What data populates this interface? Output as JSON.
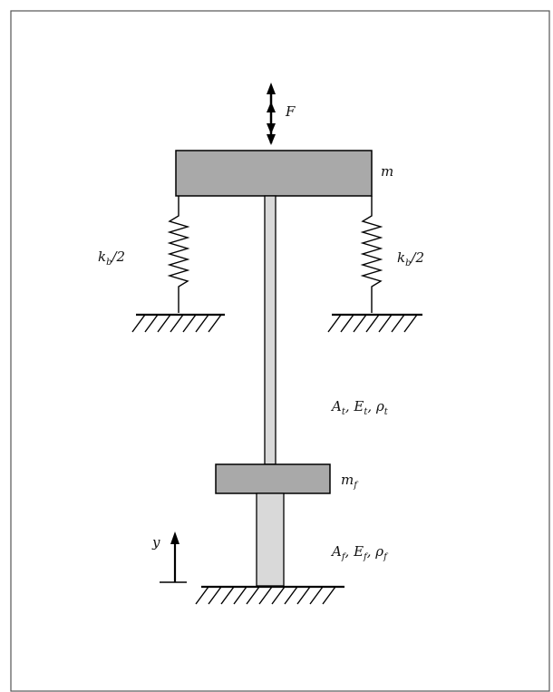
{
  "diagram": {
    "labels": {
      "force": "F",
      "mass_top": "m",
      "spring_left": "k_b/2",
      "spring_right": "k_b/2",
      "tube_props": "A_t, E_t, ρ_t",
      "mass_foot": "m_f",
      "foot_props": "A_f, E_f, ρ_f",
      "displacement": "y"
    },
    "colors": {
      "frame": "#555555",
      "mass_fill": "#a9a9a9",
      "rod_fill": "#d9d9d9",
      "stroke": "#000000"
    }
  }
}
